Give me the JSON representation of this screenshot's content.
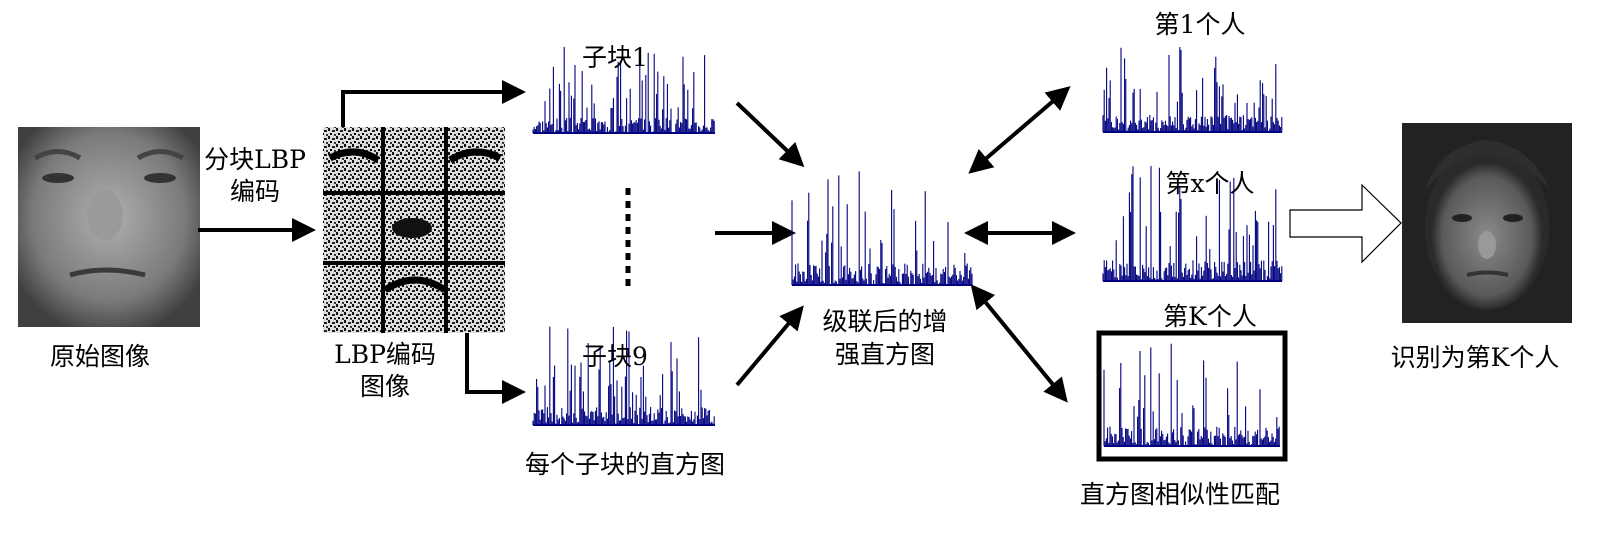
{
  "labels": {
    "original_image": "原始图像",
    "block_lbp_line1": "分块LBP",
    "block_lbp_line2": "编码",
    "lbp_image_line1": "LBP编码",
    "lbp_image_line2": "图像",
    "subblock_1": "子块1",
    "subblock_9": "子块9",
    "subblock_histograms": "每个子块的直方图",
    "concat_line1": "级联后的增",
    "concat_line2": "强直方图",
    "person_1": "第1个人",
    "person_x": "第x个人",
    "person_k": "第K个人",
    "similarity_matching": "直方图相似性匹配",
    "result": "识别为第K个人"
  },
  "colors": {
    "histogram": "#000080",
    "arrow": "#000000"
  }
}
